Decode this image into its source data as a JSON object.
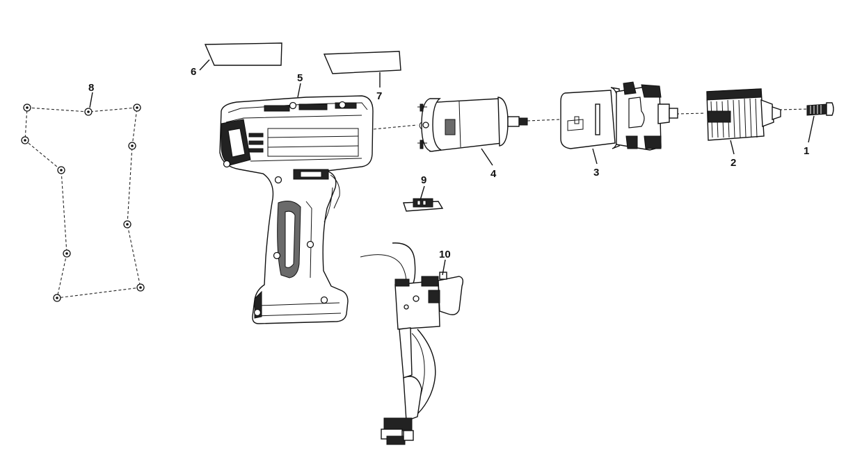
{
  "callouts": [
    {
      "id": "1",
      "text": "1"
    },
    {
      "id": "2",
      "text": "2"
    },
    {
      "id": "3",
      "text": "3"
    },
    {
      "id": "4",
      "text": "4"
    },
    {
      "id": "5",
      "text": "5"
    },
    {
      "id": "6",
      "text": "6"
    },
    {
      "id": "7",
      "text": "7"
    },
    {
      "id": "8",
      "text": "8"
    },
    {
      "id": "9",
      "text": "9"
    },
    {
      "id": "10",
      "text": "10"
    }
  ],
  "icons": {
    "screw": "screw-icon",
    "chuck": "drill-chuck-icon",
    "gearbox": "gearbox-icon",
    "motor": "motor-icon",
    "housing": "drill-housing-icon",
    "label": "label-plate-icon",
    "screw_set": "housing-screws-icon",
    "switch": "trigger-switch-icon"
  },
  "colors": {
    "line": "#111111",
    "background": "#ffffff"
  }
}
